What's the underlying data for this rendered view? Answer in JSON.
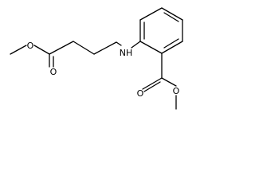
{
  "molecule": {
    "atoms": {
      "ester_left_oxygen_methoxy": "O",
      "ester_left_oxygen_carbonyl": "O",
      "amine": "NH",
      "ester_right_oxygen_carbonyl": "O",
      "ester_right_oxygen_methoxy": "O"
    }
  }
}
